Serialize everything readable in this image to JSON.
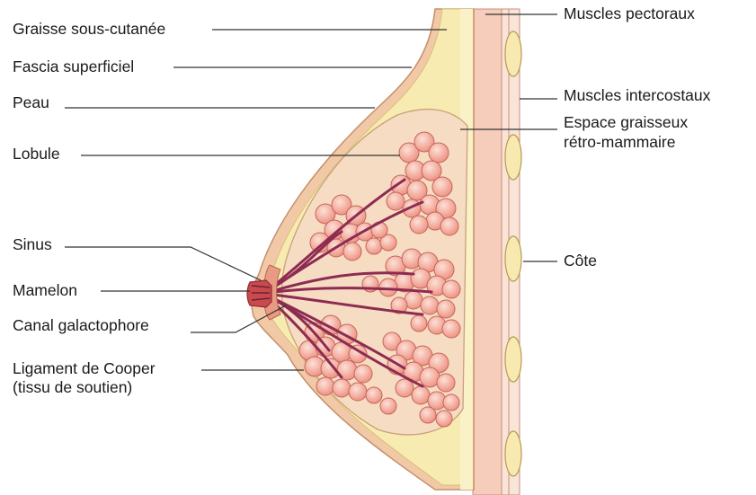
{
  "labels_left": {
    "graisse": "Graisse sous-cutanée",
    "fascia": "Fascia superficiel",
    "peau": "Peau",
    "lobule": "Lobule",
    "sinus": "Sinus",
    "mamelon": "Mamelon",
    "canal": "Canal galactophore",
    "ligament_line1": "Ligament de Cooper",
    "ligament_line2": "(tissu de soutien)"
  },
  "labels_right": {
    "pectoraux": "Muscles pectoraux",
    "intercostaux": "Muscles intercostaux",
    "espace_line1": "Espace graisseux",
    "espace_line2": "rétro-mammaire",
    "cote": "Côte"
  },
  "colors": {
    "skin": "#f2c9a6",
    "fat": "#f8ebb2",
    "lobule": "#f4a79a",
    "duct": "#8e2b52",
    "muscle": "#f6cdbb",
    "rib": "#f7e9b0",
    "leader": "#333333"
  }
}
